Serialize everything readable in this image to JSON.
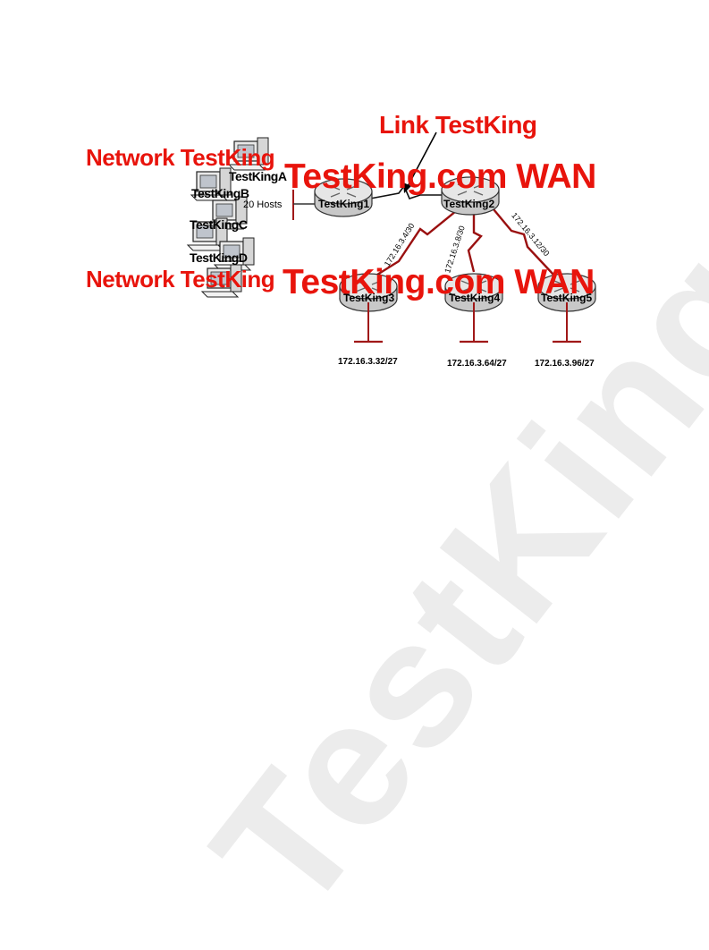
{
  "watermark": "TestKing.com",
  "labels": {
    "link_testking": "Link TestKing",
    "network_testking_top": "Network TestKing",
    "network_testking_bottom": "Network TestKing",
    "wan_top": "TestKing.com WAN",
    "wan_bottom": "TestKing.com WAN"
  },
  "hosts": {
    "pc_a": "TestKingA",
    "pc_b": "TestKingB",
    "pc_c": "TestKingC",
    "pc_d": "TestKingD",
    "hosts_count": "20 Hosts"
  },
  "routers": {
    "r1": "TestKing1",
    "r2": "TestKing2",
    "r3": "TestKing3",
    "r4": "TestKing4",
    "r5": "TestKing5"
  },
  "links": {
    "r2_r3": "172.16.3.4/30",
    "r2_r4": "172.16.3.8/30",
    "r2_r5": "172.16.3.12/30"
  },
  "networks": {
    "lan3": "172.16.3.32/27",
    "lan4": "172.16.3.64/27",
    "lan5": "172.16.3.96/27"
  },
  "colors": {
    "red_label": "#e8140c",
    "serial_link": "#9a1010",
    "router_body": "#d9d9d9"
  },
  "icons": {
    "router": "router-icon",
    "pc": "desktop-computer-icon"
  }
}
